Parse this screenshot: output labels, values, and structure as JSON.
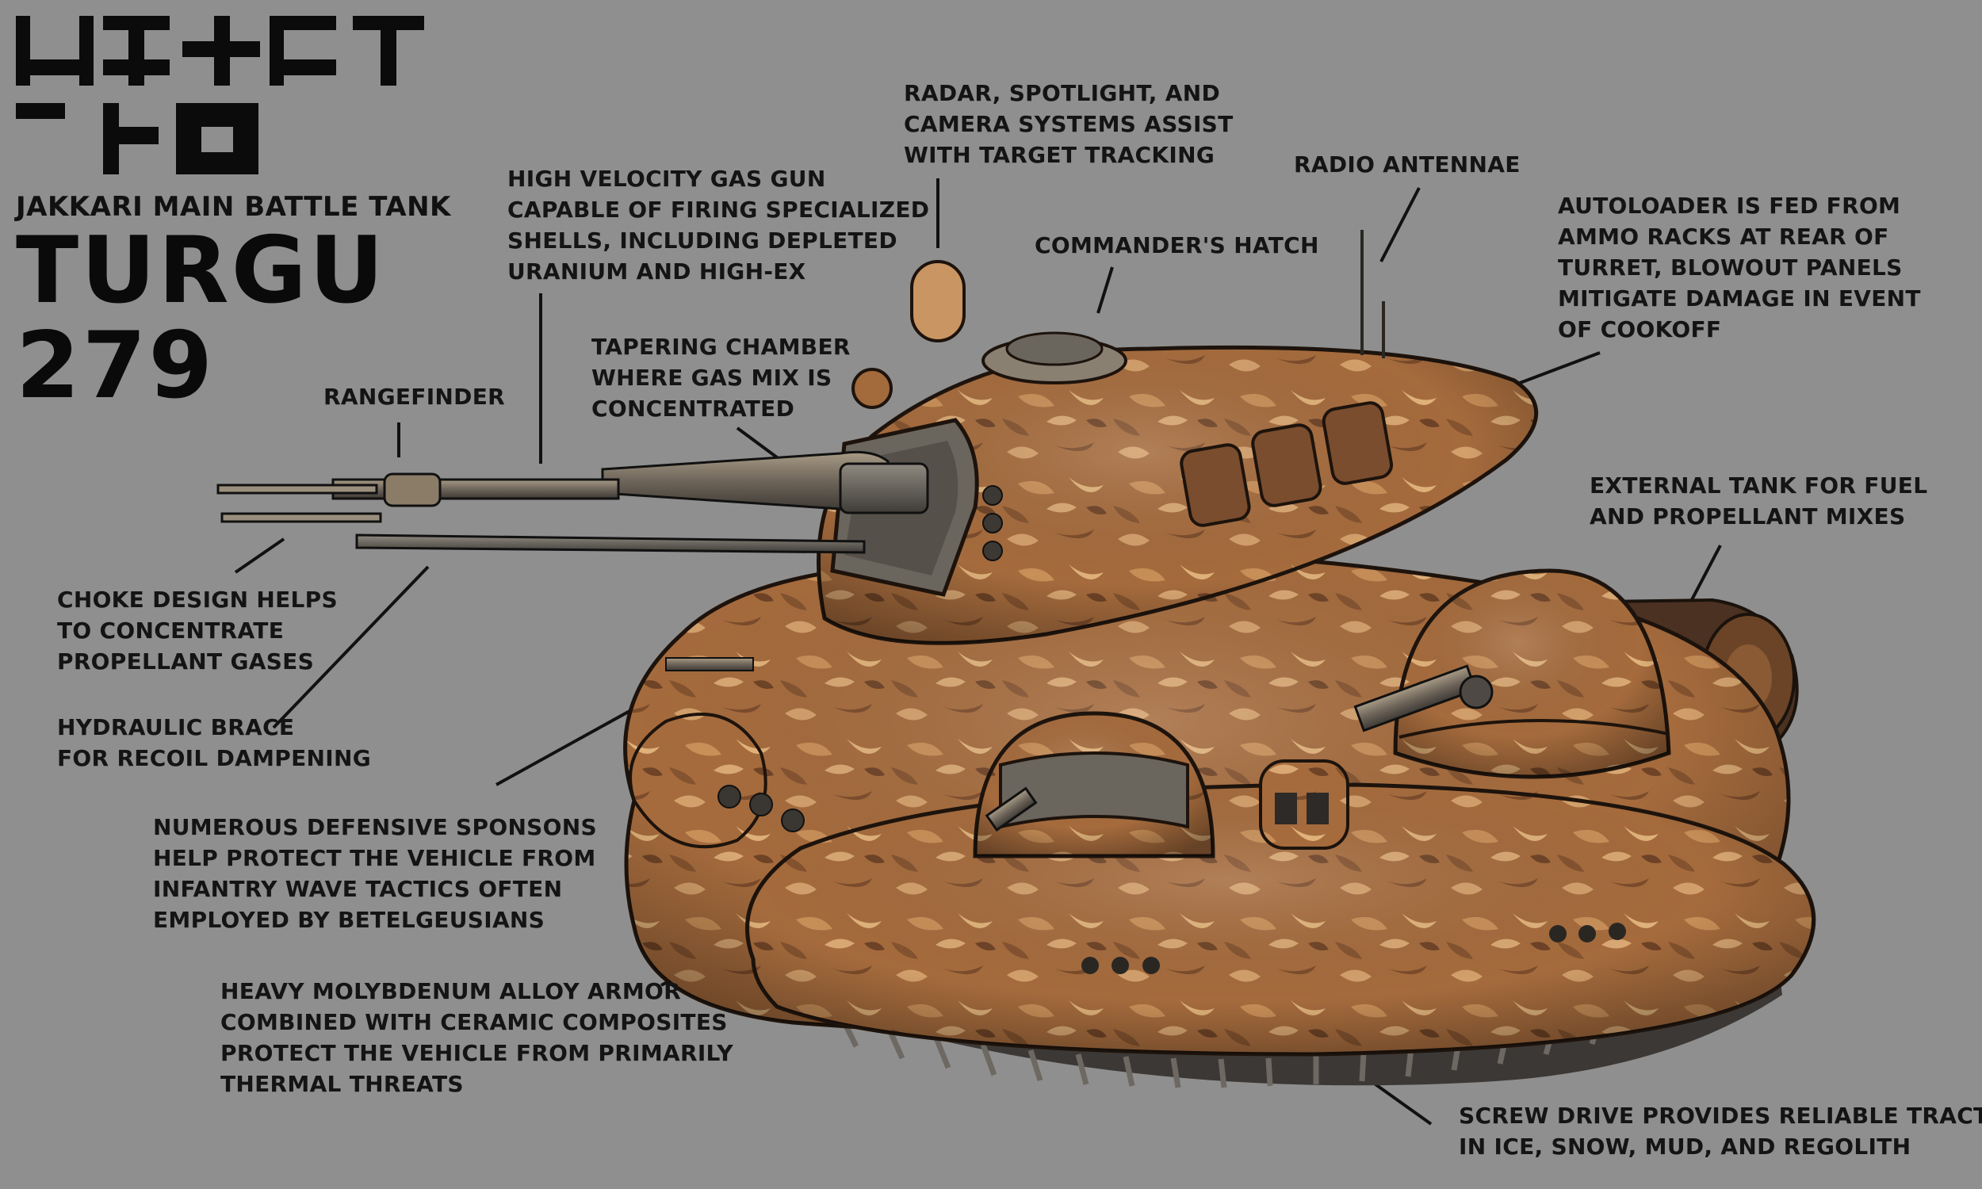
{
  "heading": {
    "subtitle": "JAKKARI MAIN BATTLE TANK",
    "name": "TURGU",
    "number": "279"
  },
  "callouts": {
    "radar": [
      "RADAR, SPOTLIGHT, AND",
      "CAMERA SYSTEMS ASSIST",
      "WITH TARGET TRACKING"
    ],
    "radio": [
      "RADIO ANTENNAE"
    ],
    "hatch": [
      "COMMANDER'S HATCH"
    ],
    "autoloader": [
      "AUTOLOADER IS FED FROM",
      "AMMO RACKS AT REAR OF",
      "TURRET, BLOWOUT PANELS",
      "MITIGATE DAMAGE IN EVENT",
      "OF COOKOFF"
    ],
    "gun": [
      "HIGH VELOCITY GAS GUN",
      "CAPABLE OF FIRING SPECIALIZED",
      "SHELLS, INCLUDING DEPLETED",
      "URANIUM AND HIGH-EX"
    ],
    "chamber": [
      "TAPERING CHAMBER",
      "WHERE GAS MIX IS",
      "CONCENTRATED"
    ],
    "rangefinder": [
      "RANGEFINDER"
    ],
    "choke": [
      "CHOKE DESIGN HELPS",
      "TO CONCENTRATE",
      "PROPELLANT GASES"
    ],
    "brace": [
      "HYDRAULIC BRACE",
      "FOR RECOIL DAMPENING"
    ],
    "sponsons": [
      "NUMEROUS DEFENSIVE SPONSONS",
      "HELP PROTECT THE VEHICLE FROM",
      "INFANTRY WAVE TACTICS OFTEN",
      "EMPLOYED BY BETELGEUSIANS"
    ],
    "armor": [
      "HEAVY MOLYBDENUM ALLOY ARMOR",
      "COMBINED WITH CERAMIC COMPOSITES",
      "PROTECT THE VEHICLE FROM PRIMARILY",
      "THERMAL THREATS"
    ],
    "tank": [
      "EXTERNAL TANK FOR FUEL",
      "AND PROPELLANT MIXES"
    ],
    "screw": [
      "SCREW DRIVE PROVIDES RELIABLE TRACTION",
      "IN ICE, SNOW, MUD, AND REGOLITH"
    ]
  },
  "colors": {
    "background": "#8f8f8f",
    "text": "#141414",
    "armor_base": "#a36a3c",
    "armor_light": "#c99562",
    "armor_dark": "#6e4326",
    "metal": "#5d5a55"
  }
}
